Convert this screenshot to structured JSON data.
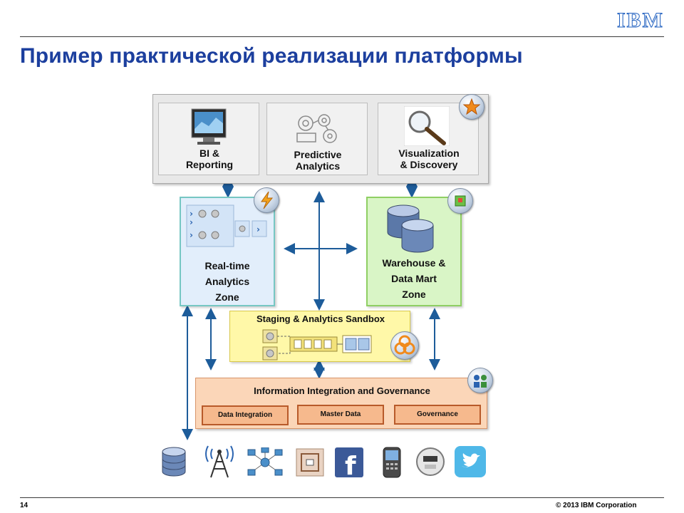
{
  "header": {
    "logo": "IBM",
    "title": "Пример практической реализации платформы"
  },
  "diagram": {
    "top_tools": {
      "bi": "BI &\nReporting",
      "predictive": "Predictive\nAnalytics",
      "visualization": "Visualization\n& Discovery"
    },
    "realtime_zone": "Real-time\nAnalytics\nZone",
    "warehouse_zone": "Warehouse &\nData Mart\nZone",
    "sandbox": "Staging & Analytics Sandbox",
    "governance": {
      "title": "Information Integration and Governance",
      "items": [
        "Data Integration",
        "Master Data",
        "Governance"
      ]
    },
    "sources_icons": [
      "database-icon",
      "radio-tower-icon",
      "network-icon",
      "rfid-tag-icon",
      "facebook-icon",
      "phone-icon",
      "meter-icon",
      "twitter-icon"
    ],
    "colors": {
      "top_panel": "#e8e8e8",
      "realtime": "#e2eefb",
      "warehouse": "#d9f5c6",
      "sandbox": "#fff8a8",
      "governance": "#fbd6b8",
      "arrows": "#1d5c9a"
    }
  },
  "footer": {
    "page": "14",
    "copyright": "© 2013 IBM Corporation"
  }
}
